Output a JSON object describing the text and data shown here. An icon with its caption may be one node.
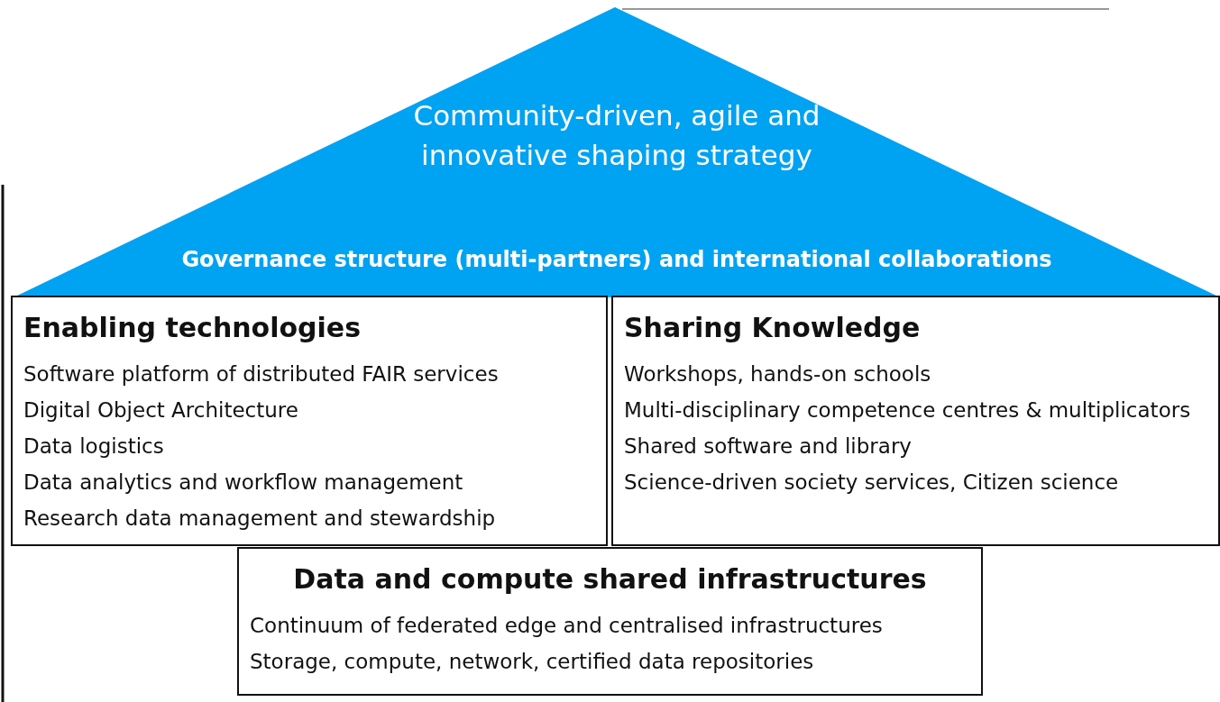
{
  "diagram": {
    "nodes": [
      {
        "text": [
          "Community-driven, agile and innovative shaping strategy",
          "Governance structure (multi-partners) and international collaborations"
        ]
      },
      {
        "text": [
          "Enabling technologies",
          "Software platform of distributed FAIR services",
          "Digital Object Architecture",
          "Data logistics",
          "Data analytics and workflow management",
          "Research data management and stewardship"
        ]
      },
      {
        "text": [
          "Sharing Knowledge",
          "Workshops, hands-on schools",
          "Multi-disciplinary competence centres & multiplicators",
          "Shared software and library",
          "Science-driven society services, Citizen science"
        ]
      },
      {
        "text": [
          "Data and compute shared infrastructures",
          "Continuum of federated edge and centralised infrastructures",
          "Storage, compute, network, certified data repositories"
        ]
      }
    ]
  }
}
